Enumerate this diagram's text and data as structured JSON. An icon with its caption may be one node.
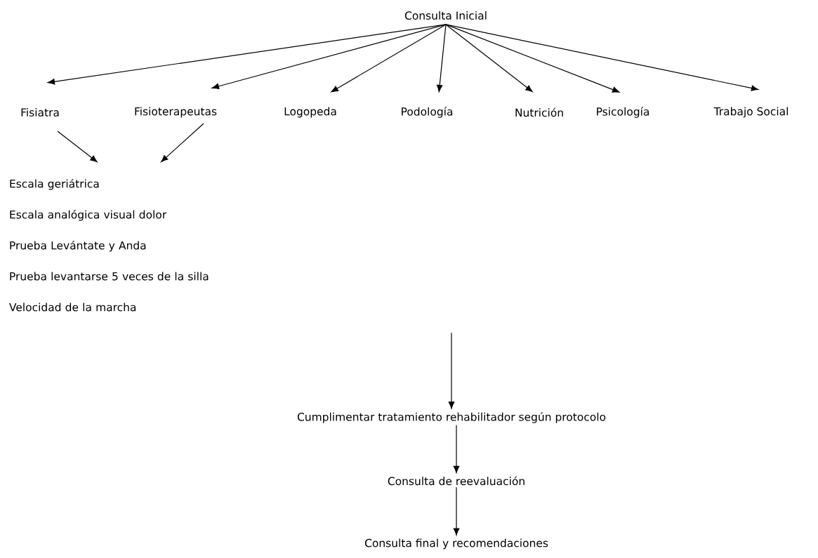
{
  "diagram": {
    "nodes": [
      {
        "text": [
          "Consulta Inicial"
        ]
      },
      {
        "text": [
          "Fisiatra"
        ]
      },
      {
        "text": [
          "Fisioterapeutas"
        ]
      },
      {
        "text": [
          "Logopeda"
        ]
      },
      {
        "text": [
          "Podología"
        ]
      },
      {
        "text": [
          "Nutrición"
        ]
      },
      {
        "text": [
          "Psicología"
        ]
      },
      {
        "text": [
          "Trabajo Social"
        ]
      },
      {
        "text": [
          "Escala geriátrica",
          "Escala analógica visual dolor",
          "Prueba Levántate y Anda",
          "Prueba levantarse 5 veces de la silla",
          "Velocidad de la marcha"
        ]
      },
      {
        "text": [
          "Cumplimentar tratamiento rehabilitador según protocolo"
        ]
      },
      {
        "text": [
          "Consulta de reevaluación"
        ]
      },
      {
        "text": [
          "Consulta final y recomendaciones"
        ]
      }
    ],
    "edges": [
      {
        "from": 0,
        "to": 1,
        "arrow": "to"
      },
      {
        "from": 0,
        "to": 2,
        "arrow": "to"
      },
      {
        "from": 0,
        "to": 3,
        "arrow": "to"
      },
      {
        "from": 0,
        "to": 4,
        "arrow": "to"
      },
      {
        "from": 0,
        "to": 5,
        "arrow": "to"
      },
      {
        "from": 0,
        "to": 6,
        "arrow": "to"
      },
      {
        "from": 0,
        "to": 7,
        "arrow": "to"
      },
      {
        "from": 1,
        "to": 8,
        "arrow": "to"
      },
      {
        "from": 2,
        "to": 8,
        "arrow": "to"
      },
      {
        "from": null,
        "to": 9,
        "arrow": "to"
      },
      {
        "from": 9,
        "to": 10,
        "arrow": "to"
      },
      {
        "from": 10,
        "to": 11,
        "arrow": "to"
      }
    ]
  }
}
